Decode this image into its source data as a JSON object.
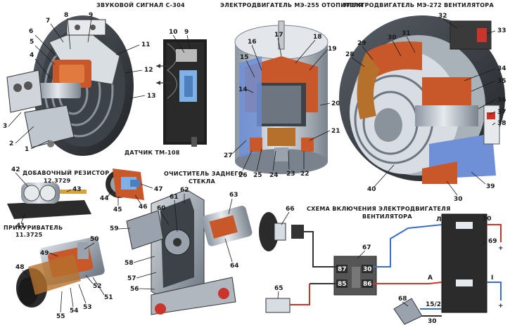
{
  "titles": {
    "horn": "ЗВУКОВОЙ СИГНАЛ С-304",
    "heater_motor": "ЭЛЕКТРОДВИГАТЕЛЬ МЭ-255 ОТОПИТЕЛЯ",
    "fan_motor": "ЭЛЕКТРОДВИГАТЕЛЬ МЭ-272 ВЕНТИЛЯТОРА",
    "resistor_line1": "ДОБАВОЧНЫЙ РЕЗИСТОР",
    "resistor_line2": "12.3729",
    "sensor": "ДАТЧИК ТМ-108",
    "cleaner_line1": "ОЧИСТИТЕЛЬ ЗАДНЕГО",
    "cleaner_line2": "СТЕКЛА",
    "lighter_line1": "ПРИКУРИВАТЕЛЬ",
    "lighter_line2": "11.3725",
    "scheme_line1": "СХЕМА ВКЛЮЧЕНИЯ ЭЛЕКТРОДВИГАТЕЛЯ",
    "scheme_line2": "ВЕНТИЛЯТОРА"
  },
  "callouts": {
    "c1": "1",
    "c2": "2",
    "c3": "3",
    "c4": "4",
    "c5": "5",
    "c6": "6",
    "c7": "7",
    "c8": "8",
    "c9": "9",
    "c9b": "9",
    "c10": "10",
    "c11": "11",
    "c12": "12",
    "c13": "13",
    "c14": "14",
    "c15": "15",
    "c16": "16",
    "c17": "17",
    "c18": "18",
    "c19": "19",
    "c20": "20",
    "c21": "21",
    "c22": "22",
    "c23": "23",
    "c24": "24",
    "c25": "25",
    "c26": "26",
    "c27": "27",
    "c28": "28",
    "c29": "29",
    "c30a": "30",
    "c30b": "30",
    "c31": "31",
    "c32": "32",
    "c33": "33",
    "c34": "34",
    "c35": "35",
    "c36": "36",
    "c37": "37",
    "c38": "38",
    "c39": "39",
    "c40": "40",
    "c41": "41",
    "c42": "42",
    "c43": "43",
    "c44": "44",
    "c45": "45",
    "c46": "46",
    "c47": "47",
    "c48": "48",
    "c49": "49",
    "c50": "50",
    "c51": "51",
    "c52": "52",
    "c53": "53",
    "c54": "54",
    "c55": "55",
    "c56": "56",
    "c57": "57",
    "c58": "58",
    "c59": "59",
    "c60": "60",
    "c61": "61",
    "c62": "62",
    "c63": "63",
    "c64": "64",
    "c65": "65",
    "c66": "66",
    "c67": "67",
    "c68": "68",
    "c69": "69"
  },
  "relay_pins": {
    "p87": "87",
    "p30": "30",
    "p85": "85",
    "p86": "86"
  },
  "scheme_labels": {
    "L": "Л",
    "A": "А",
    "I": "I",
    "ten": "10",
    "plus1": "+",
    "plus2": "+",
    "t152": "15/2",
    "t30": "30"
  },
  "colors": {
    "copper": "#c8582a",
    "steel": "#9aa3ad",
    "dark": "#2b2b2b",
    "blue": "#6f8fd6",
    "wire_red": "#c9342b",
    "wire_blue": "#3a6fc4",
    "wire_dark": "#333333"
  }
}
